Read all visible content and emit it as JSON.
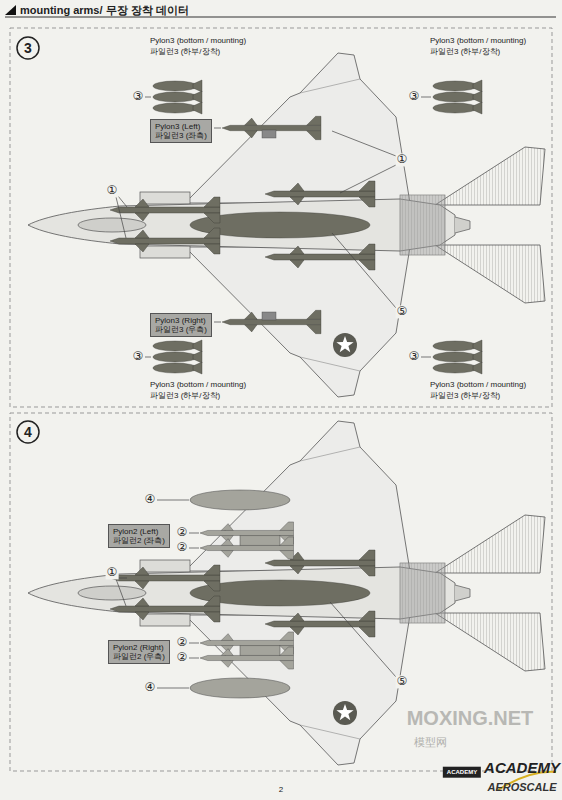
{
  "diagram": {
    "title": "mounting arms/ 무장 장착 데이터",
    "nodes": [
      {
        "text": [
          "3"
        ]
      },
      {
        "text": [
          "Pylon3 (Left)",
          "파일런3 (좌측)"
        ]
      },
      {
        "text": [
          "Pylon3 (Right)",
          "파일런3 (우측)"
        ]
      },
      {
        "text": [
          "4"
        ]
      },
      {
        "text": [
          "Pylon2 (Left)",
          "파일런2 (좌측)"
        ]
      },
      {
        "text": [
          "Pylon2 (Right)",
          "파일런2 (우측)"
        ]
      }
    ],
    "labels": [
      "Pylon3 (bottom / mounting)",
      "파일런3 (하부/장착)",
      "Pylon3 (bottom / mounting)",
      "파일런3 (하부/장착)",
      "③",
      "③",
      "①",
      "①",
      "⑤",
      "Pylon3 (bottom / mounting)",
      "파일런3 (하부/장착)",
      "Pylon3 (bottom / mounting)",
      "파일런3 (하부/장착)",
      "③",
      "③",
      "④",
      "②",
      "②",
      "①",
      "②",
      "②",
      "④",
      "⑤",
      "2",
      "ACADEMY",
      "ACADEMY",
      "MOXING.NET",
      "模型网",
      "AEROSCALE"
    ]
  }
}
